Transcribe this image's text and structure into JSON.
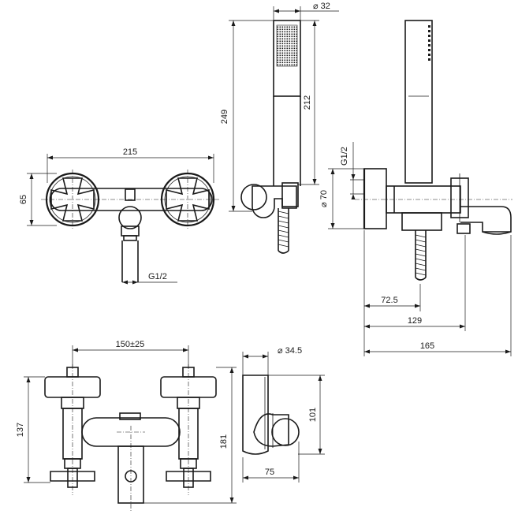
{
  "dimensions": {
    "shower_head_diameter": "⌀ 32",
    "shower_head_total_height": "249",
    "shower_head_handle_height": "212",
    "front_width": "215",
    "front_height": "65",
    "front_thread": "G1/2",
    "side_thread": "G1/2",
    "side_diameter": "⌀ 70",
    "side_depth_1": "72.5",
    "side_depth_2": "129",
    "side_depth_3": "165",
    "bottom_center_distance": "150±25",
    "bottom_height_1": "137",
    "bottom_height_2": "181",
    "bracket_diameter": "⌀ 34.5",
    "bracket_height": "101",
    "bracket_depth": "75"
  }
}
